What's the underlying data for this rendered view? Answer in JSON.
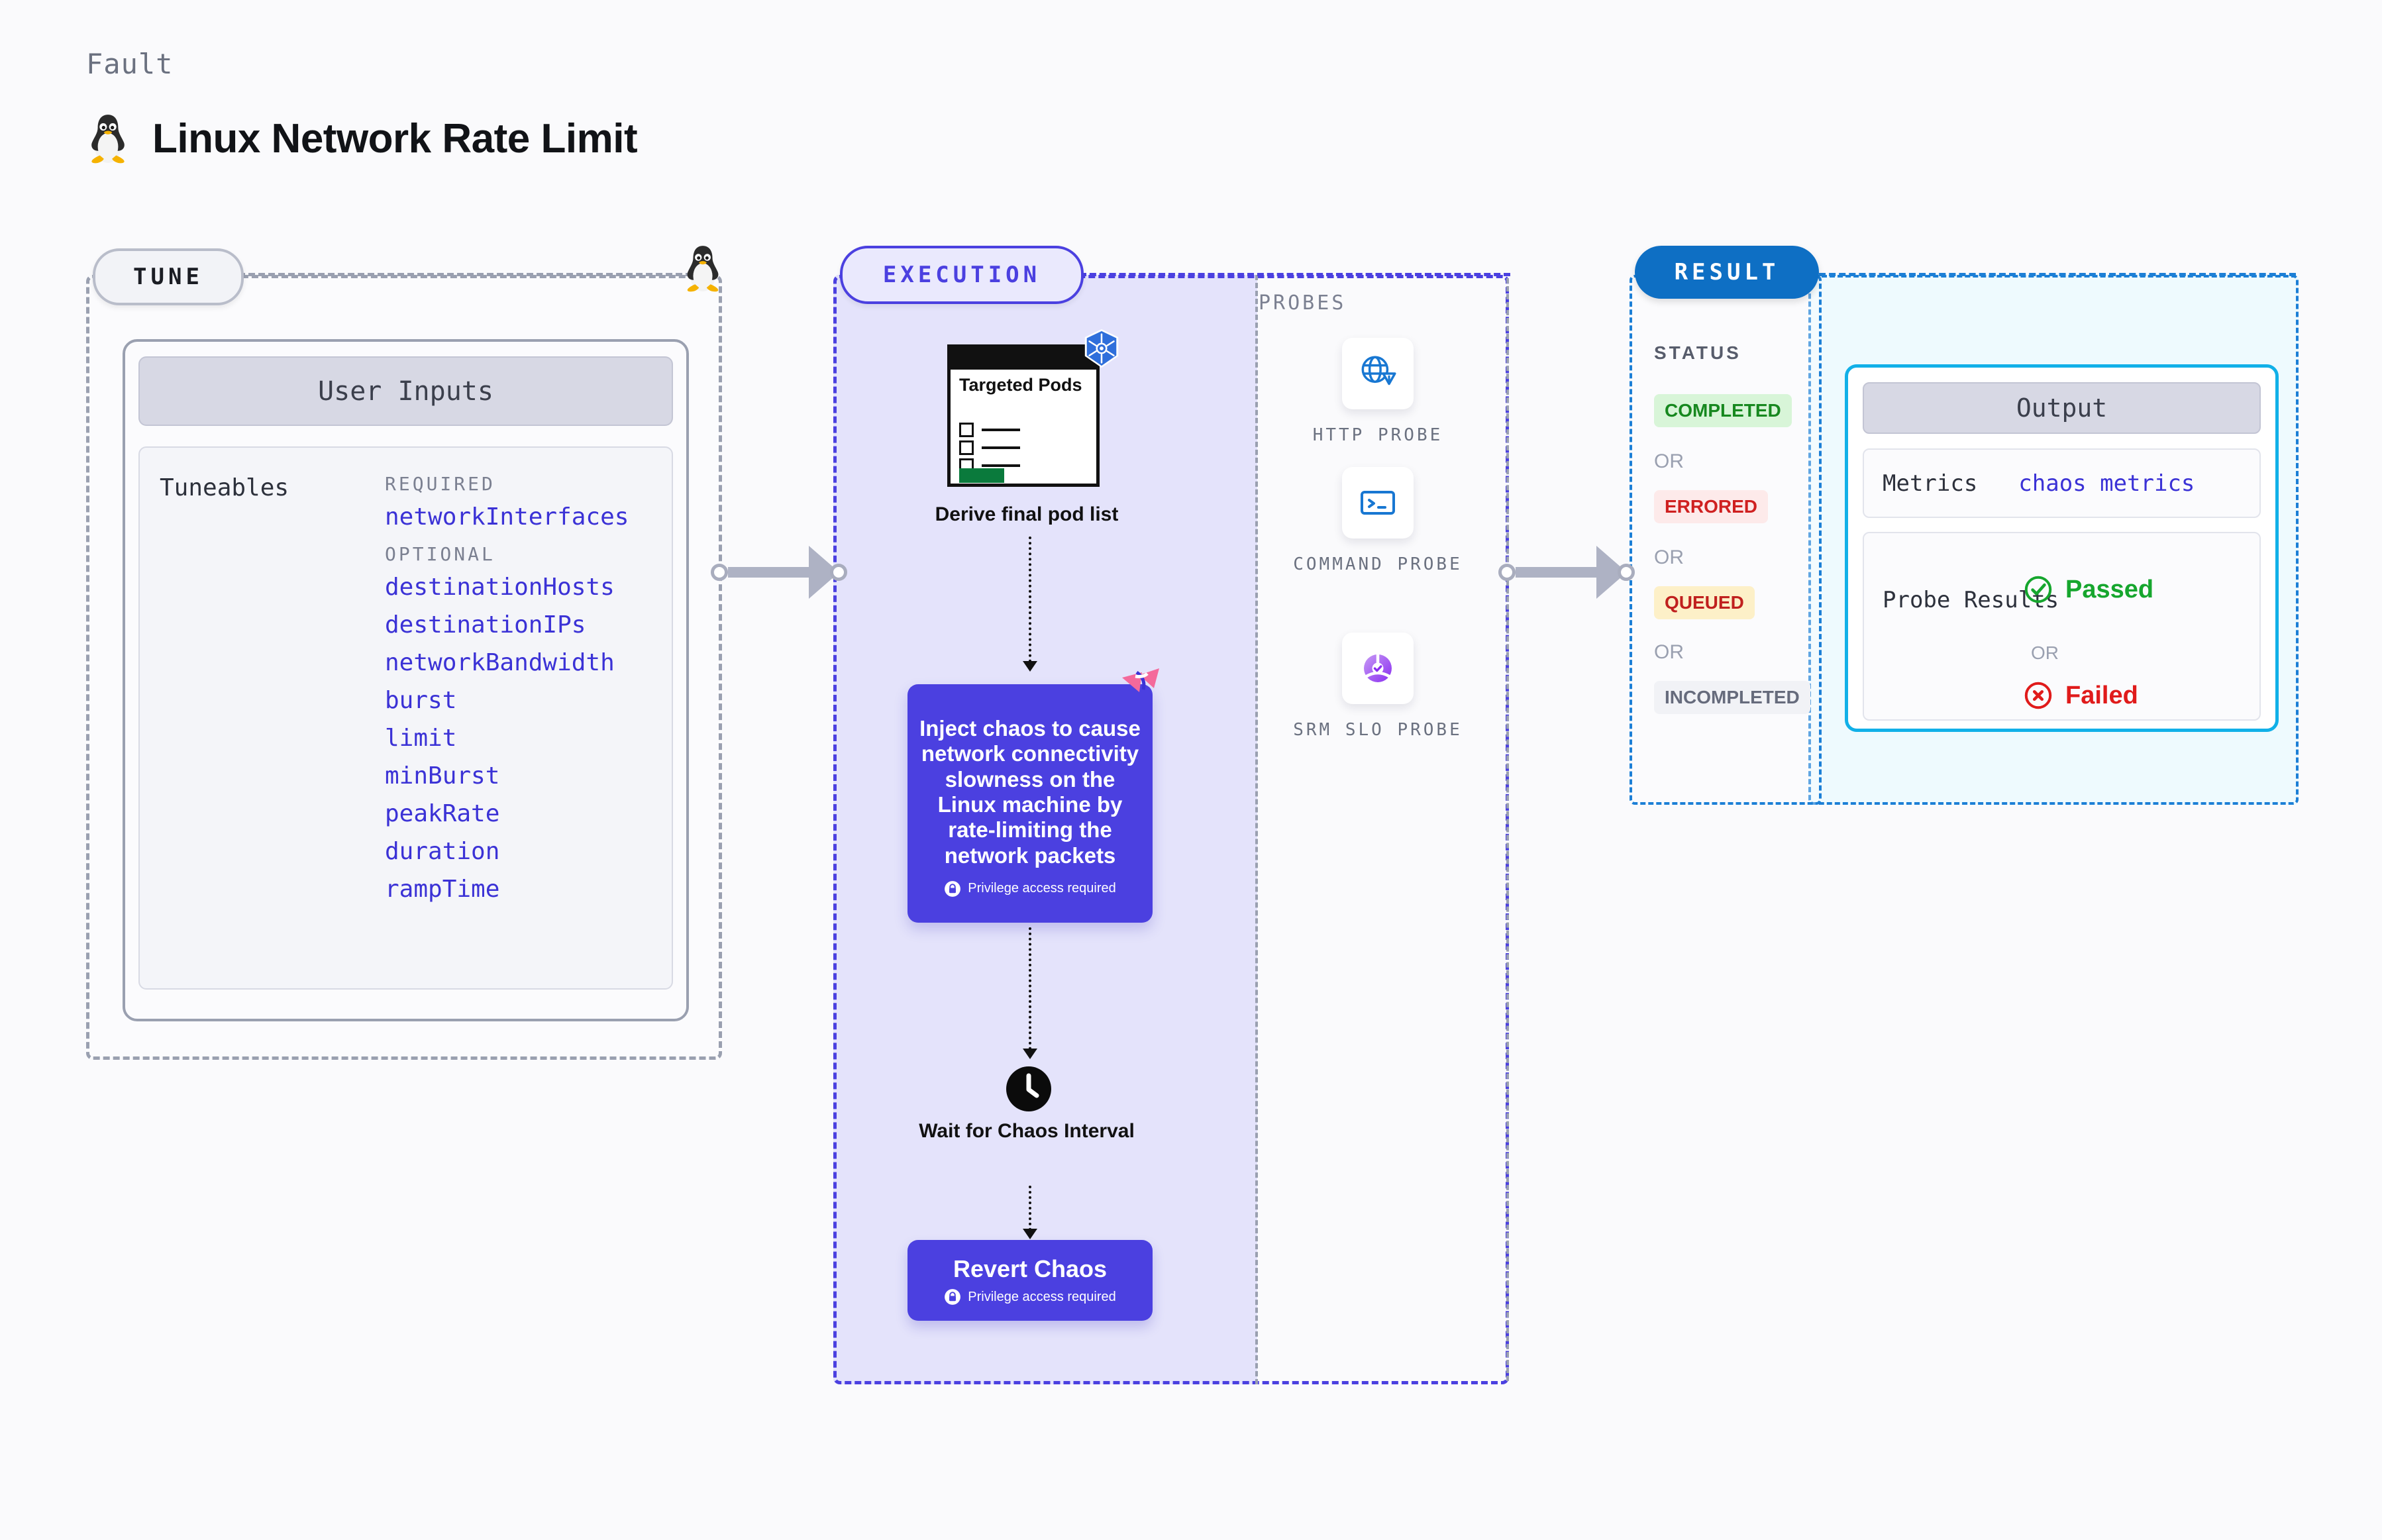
{
  "header": {
    "kicker": "Fault",
    "title": "Linux Network Rate Limit",
    "icon": "linux-penguin-icon"
  },
  "tune": {
    "badge": "TUNE",
    "icon": "linux-penguin-icon",
    "card_title": "User Inputs",
    "tuneables_label": "Tuneables",
    "groups": [
      {
        "label": "REQUIRED",
        "items": [
          "networkInterfaces"
        ]
      },
      {
        "label": "OPTIONAL",
        "items": [
          "destinationHosts",
          "destinationIPs",
          "networkBandwidth",
          "burst",
          "limit",
          "minBurst",
          "peakRate",
          "duration",
          "rampTime"
        ]
      }
    ]
  },
  "execution": {
    "badge": "EXECUTION",
    "pods_card": {
      "title": "Targeted Pods",
      "platform_icon": "kubernetes-helm-icon",
      "rows": 3
    },
    "pods_caption": "Derive final pod list",
    "chaos": {
      "text": "Inject chaos to cause network connectivity slowness on the Linux machine by rate-limiting the network packets",
      "privilege_note": "Privilege access required",
      "corner_icon": "litmuschaos-icon"
    },
    "wait": {
      "icon": "clock-icon",
      "caption": "Wait for Chaos Interval"
    },
    "revert": {
      "title": "Revert Chaos",
      "privilege_note": "Privilege access required"
    }
  },
  "probes": {
    "label": "PROBES",
    "items": [
      {
        "label": "HTTP PROBE",
        "icon": "globe-warning-icon"
      },
      {
        "label": "COMMAND PROBE",
        "icon": "terminal-icon"
      },
      {
        "label": "SRM SLO PROBE",
        "icon": "slo-donut-check-icon"
      }
    ]
  },
  "result": {
    "badge": "RESULT",
    "status_label": "STATUS",
    "or_label": "OR",
    "statuses": [
      {
        "text": "COMPLETED",
        "bg": "#d8f5d8",
        "fg": "#17881f"
      },
      {
        "text": "ERRORED",
        "bg": "#fdeaea",
        "fg": "#cf2020"
      },
      {
        "text": "QUEUED",
        "bg": "#fdf0c8",
        "fg": "#c0201e"
      },
      {
        "text": "INCOMPLETED",
        "bg": "#f1f2f6",
        "fg": "#666b7c"
      }
    ],
    "output": {
      "title": "Output",
      "metrics_key": "Metrics",
      "metrics_value": "chaos metrics",
      "probe_results_key": "Probe Results",
      "passed": {
        "text": "Passed",
        "icon": "check-circle-icon",
        "color": "#16a62e"
      },
      "failed": {
        "text": "Failed",
        "icon": "x-circle-icon",
        "color": "#e01b1b"
      },
      "or_label": "OR"
    }
  },
  "colors": {
    "accent_purple": "#4b40e0",
    "accent_blue": "#0e6fc4",
    "accent_cyan": "#11b0e8",
    "gray_dash": "#9aa0b0"
  }
}
